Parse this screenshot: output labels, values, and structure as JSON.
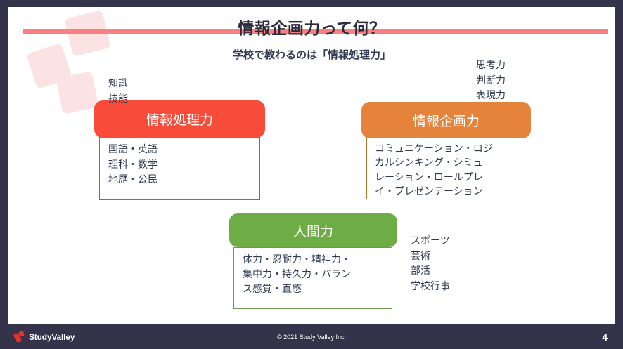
{
  "slide": {
    "title": "情報企画力って何？",
    "subtitle": "学校で教わるのは「情報処理力」"
  },
  "colors": {
    "background": "#343349",
    "slide": "#ffffff",
    "title_bar": "#f98080",
    "deco_square": "#fbe3e3",
    "red": "#f94b3a",
    "red_border": "#c0504d",
    "orange": "#e5833a",
    "orange_border": "#b1762f",
    "green": "#6eac46",
    "green_border": "#6a9a4a",
    "text": "#2f3b52",
    "logo_red": "#e8322c"
  },
  "cards": [
    {
      "id": "joho-shori",
      "heading": "情報処理力",
      "lines": [
        "国語・英語",
        "理科・数学",
        "地歴・公民"
      ]
    },
    {
      "id": "joho-kikaku",
      "heading": "情報企画力",
      "lines": [
        "コミュニケーション・ロジ",
        "カルシンキング・シミュ",
        "レーション・ロールプレ",
        "イ・プレゼンテーション"
      ]
    },
    {
      "id": "ningen",
      "heading": "人間力",
      "lines": [
        "体力・忍耐力・精神力・",
        "集中力・持久力・バラン",
        "ス感覚・直感"
      ]
    }
  ],
  "annotations": {
    "left": [
      "知識",
      "技能"
    ],
    "right": [
      "思考力",
      "判断力",
      "表現力"
    ],
    "bottom": [
      "スポーツ",
      "芸術",
      "部活",
      "学校行事"
    ]
  },
  "footer": {
    "logo_text": "StudyValley",
    "copyright": "© 2021 Study Valley Inc.",
    "page_number": "4"
  }
}
